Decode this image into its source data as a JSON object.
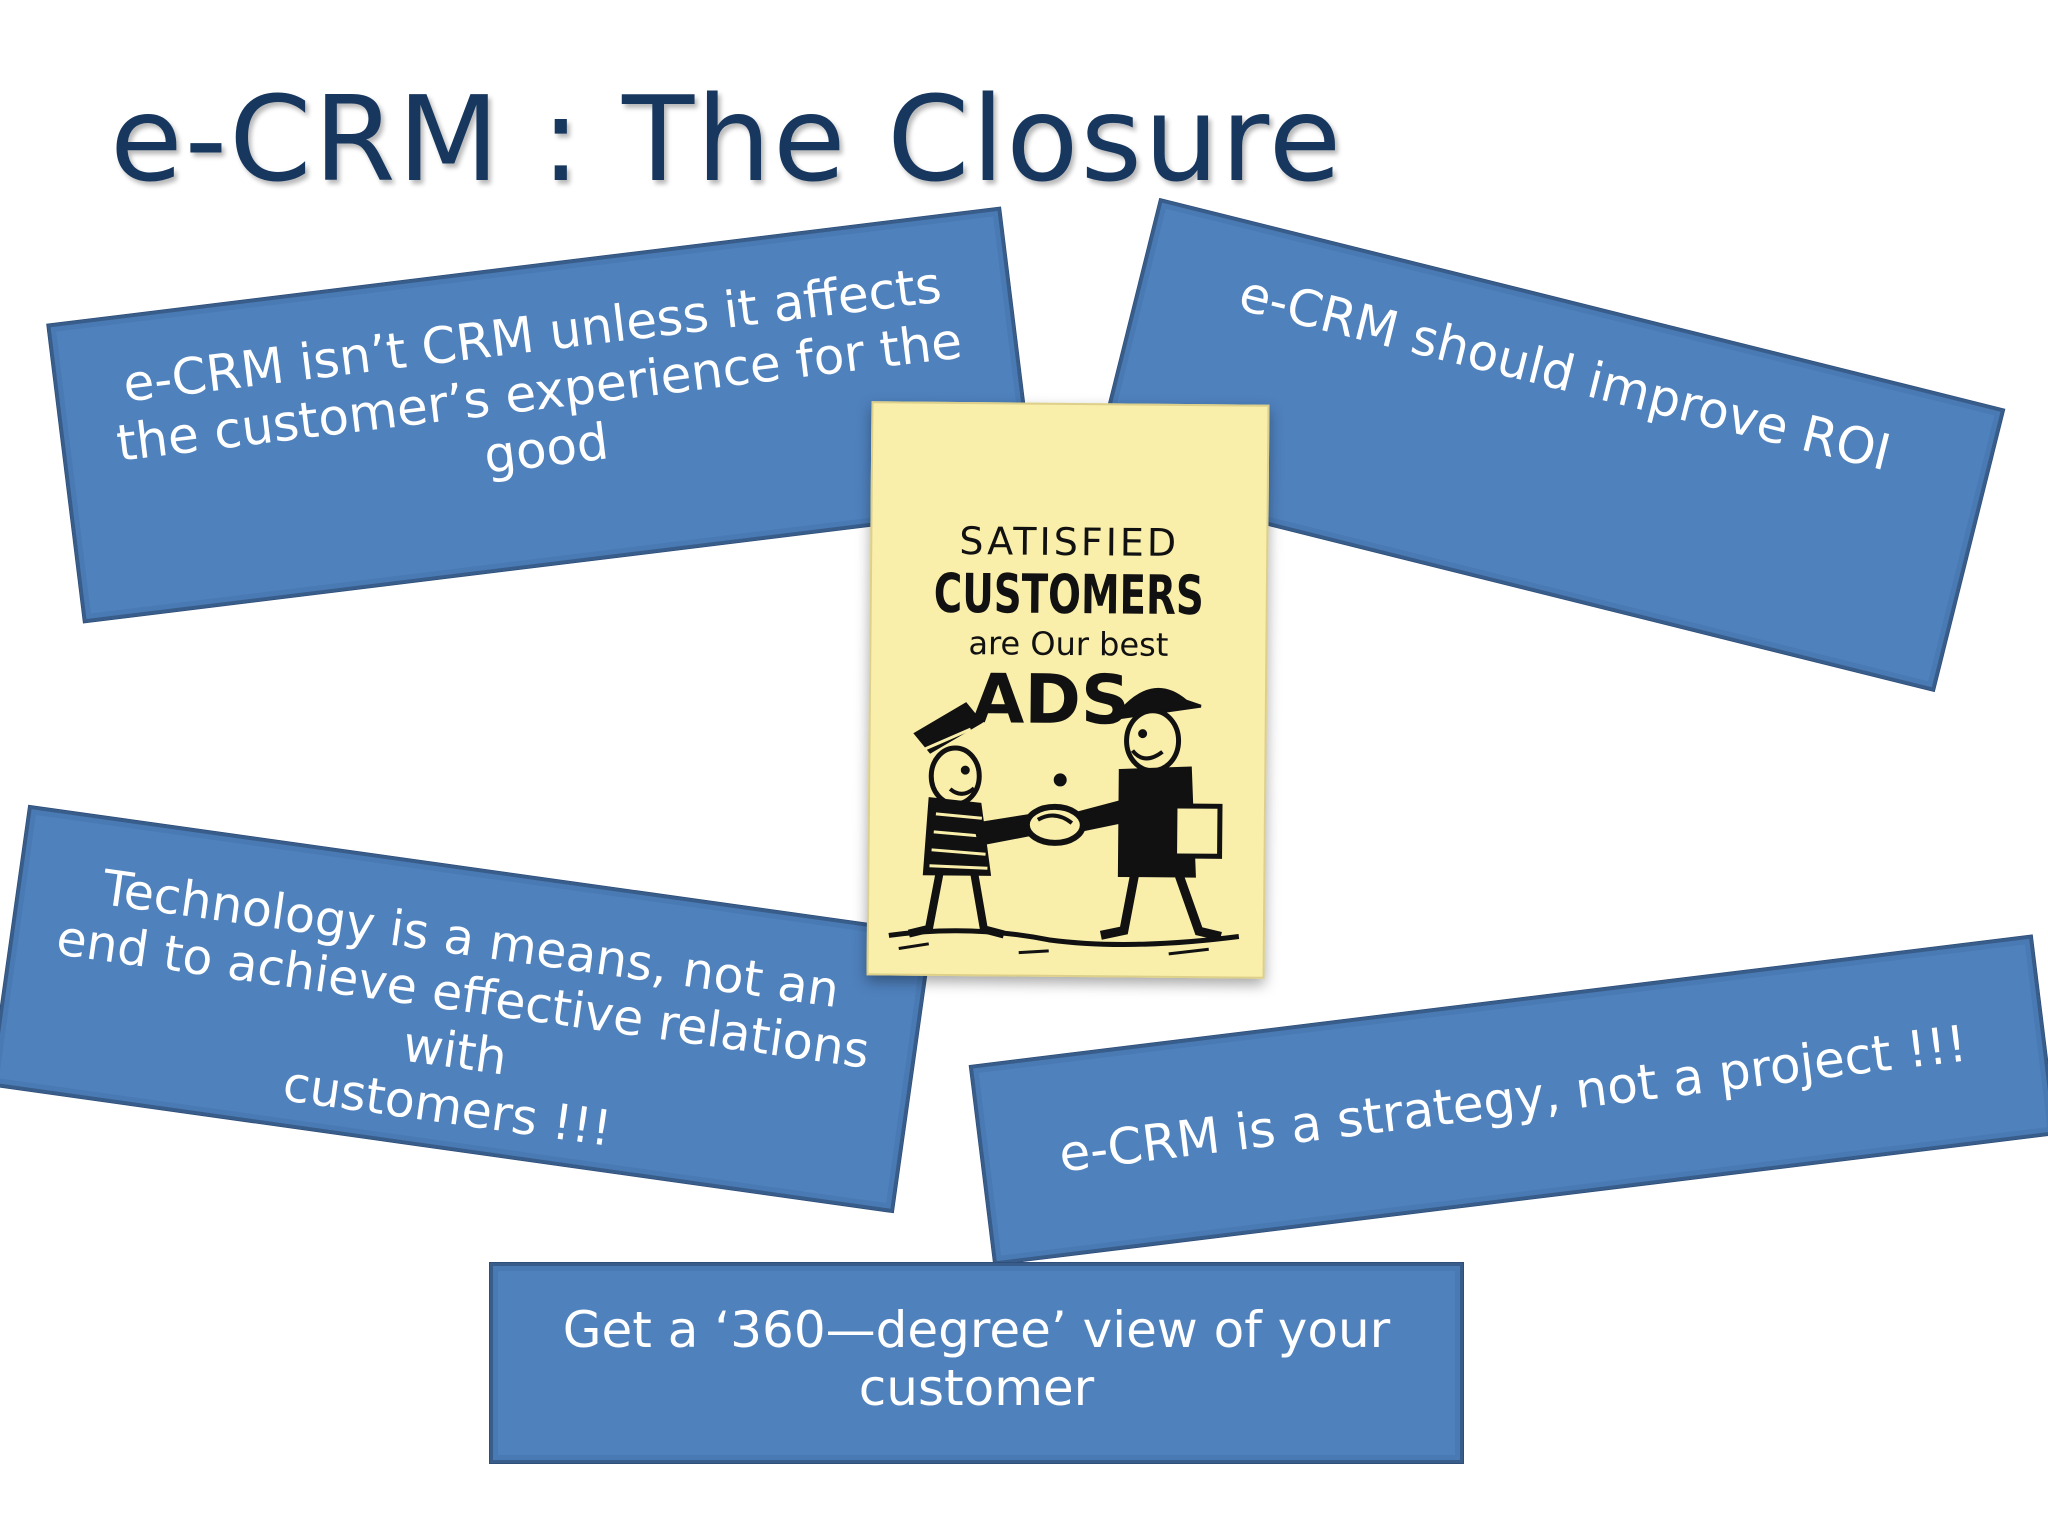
{
  "slide": {
    "title": "e-CRM : The Closure"
  },
  "boxes": [
    {
      "text": "e-CRM isn’t CRM unless it affects\nthe customer’s experience for the\ngood"
    },
    {
      "text": "e-CRM should improve ROI"
    },
    {
      "text": "Technology is a means, not an\nend to achieve effective relations\nwith\ncustomers !!!"
    },
    {
      "text": "e-CRM is a strategy, not a project !!!"
    },
    {
      "text": "Get a ‘360—degree’ view of your\ncustomer"
    }
  ],
  "sticker": {
    "line1": "SATISFIED",
    "line2": "CUSTOMERS",
    "line3": "are Our best",
    "line4": "ADS"
  },
  "colors": {
    "title": "#17375e",
    "box_fill": "#4f81bd",
    "box_border": "#385d8a",
    "sticker_fill": "#f9eeaa"
  }
}
